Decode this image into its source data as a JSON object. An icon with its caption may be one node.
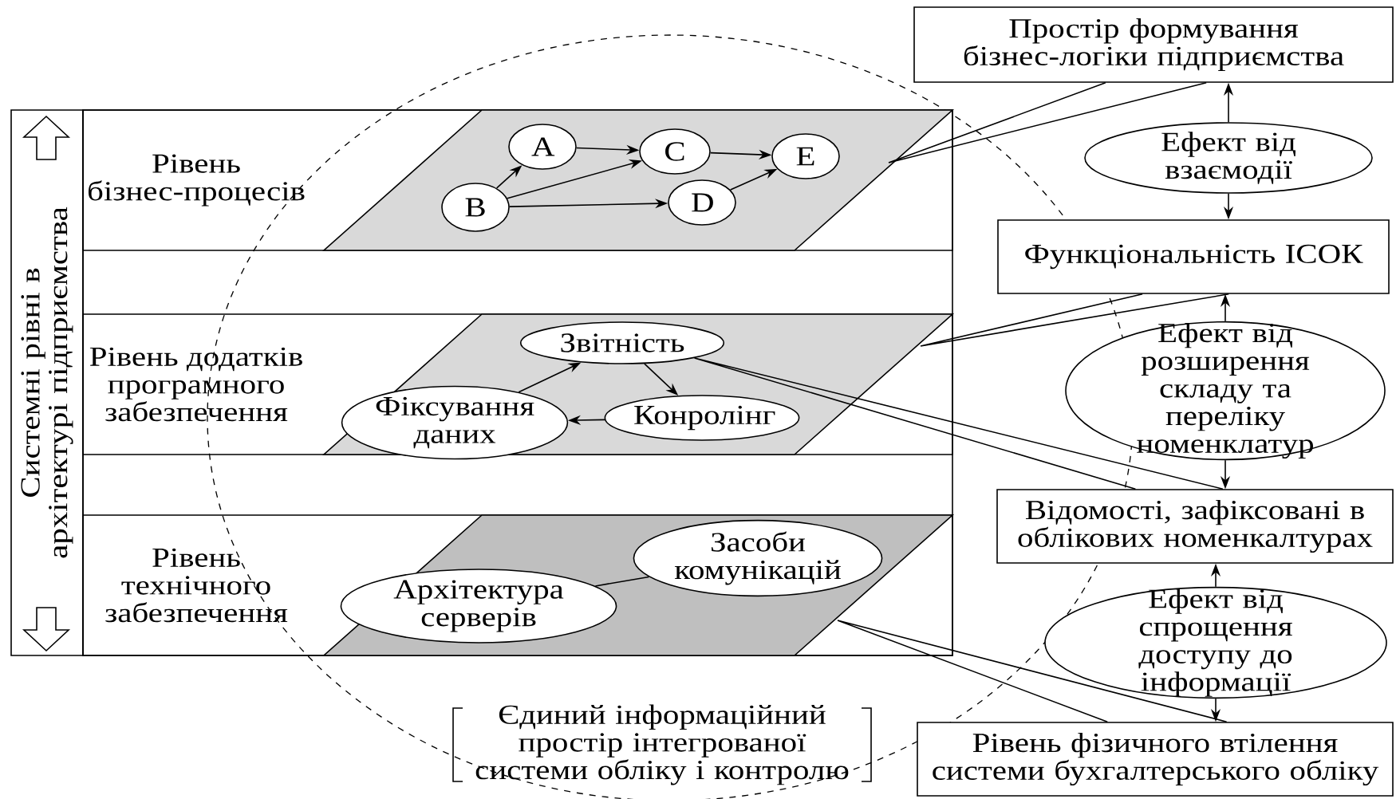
{
  "diagram": {
    "nodes": [
      {
        "text": [
          "Системні рівні в архітектурі підприємства"
        ]
      },
      {
        "text": [
          "Рівень бізнес-процесів"
        ]
      },
      {
        "text": [],
        "shape": "parallelogram",
        "in": 1
      },
      {
        "text": [
          "A"
        ],
        "in": 2
      },
      {
        "text": [
          "C"
        ],
        "in": 2
      },
      {
        "text": [
          "E"
        ],
        "in": 2
      },
      {
        "text": [
          "B"
        ],
        "in": 2
      },
      {
        "text": [
          "D"
        ],
        "in": 2
      },
      {
        "text": [
          "Рівень додатків програмного забезпечення"
        ]
      },
      {
        "text": [],
        "shape": "parallelogram",
        "in": 8
      },
      {
        "text": [
          "Звітність"
        ],
        "in": 9
      },
      {
        "text": [
          "Фіксування даних"
        ],
        "in": 9
      },
      {
        "text": [
          "Конролінг"
        ],
        "in": 9
      },
      {
        "text": [
          "Рівень технічного забезпечення"
        ]
      },
      {
        "text": [],
        "shape": "parallelogram",
        "in": 13
      },
      {
        "text": [
          "Засоби комунікацій"
        ],
        "in": 14
      },
      {
        "text": [
          "Архітектура серверів"
        ],
        "in": 14
      },
      {
        "text": [
          "Простір формування бізнес-логіки підприємства"
        ]
      },
      {
        "text": [
          "Ефект від взаємодії"
        ]
      },
      {
        "text": [
          "Функціональність ІСОК"
        ]
      },
      {
        "text": [
          "Ефект від розширення складу та переліку номенклатур"
        ]
      },
      {
        "text": [
          "Відомості, зафіксовані в облікових номенкалтурах"
        ]
      },
      {
        "text": [
          "Ефект від спрощення доступу до інформації"
        ]
      },
      {
        "text": [
          "Рівень фізичного втілення системи бухгалтерського обліку"
        ]
      }
    ],
    "edges": [
      {
        "from": 6,
        "to": 3,
        "arrow": "to"
      },
      {
        "from": 3,
        "to": 4,
        "arrow": "to"
      },
      {
        "from": 6,
        "to": 4,
        "arrow": "to"
      },
      {
        "from": 6,
        "to": 7,
        "arrow": "to"
      },
      {
        "from": 4,
        "to": 5,
        "arrow": "to"
      },
      {
        "from": 7,
        "to": 5,
        "arrow": "to"
      },
      {
        "from": 11,
        "to": 10,
        "arrow": "to"
      },
      {
        "from": 10,
        "to": 12,
        "arrow": "to"
      },
      {
        "from": 12,
        "to": 11,
        "arrow": "to"
      },
      {
        "from": 16,
        "to": 15,
        "arrow": "none"
      },
      {
        "from": 18,
        "to": 17,
        "arrow": "to"
      },
      {
        "from": 18,
        "to": 19,
        "arrow": "to"
      },
      {
        "from": 20,
        "to": 19,
        "arrow": "to"
      },
      {
        "from": 20,
        "to": 21,
        "arrow": "to"
      },
      {
        "from": 22,
        "to": 21,
        "arrow": "to"
      },
      {
        "from": 22,
        "to": 23,
        "arrow": "to"
      },
      {
        "from": 2,
        "to": 17,
        "arrow": "none"
      },
      {
        "from": 9,
        "to": 19,
        "arrow": "none"
      },
      {
        "from": 10,
        "to": 21,
        "arrow": "none"
      },
      {
        "from": 14,
        "to": 23,
        "arrow": "none"
      }
    ],
    "labels": [
      "Єдиний інформаційний простір інтегрованої системи обліку і контролю"
    ]
  }
}
